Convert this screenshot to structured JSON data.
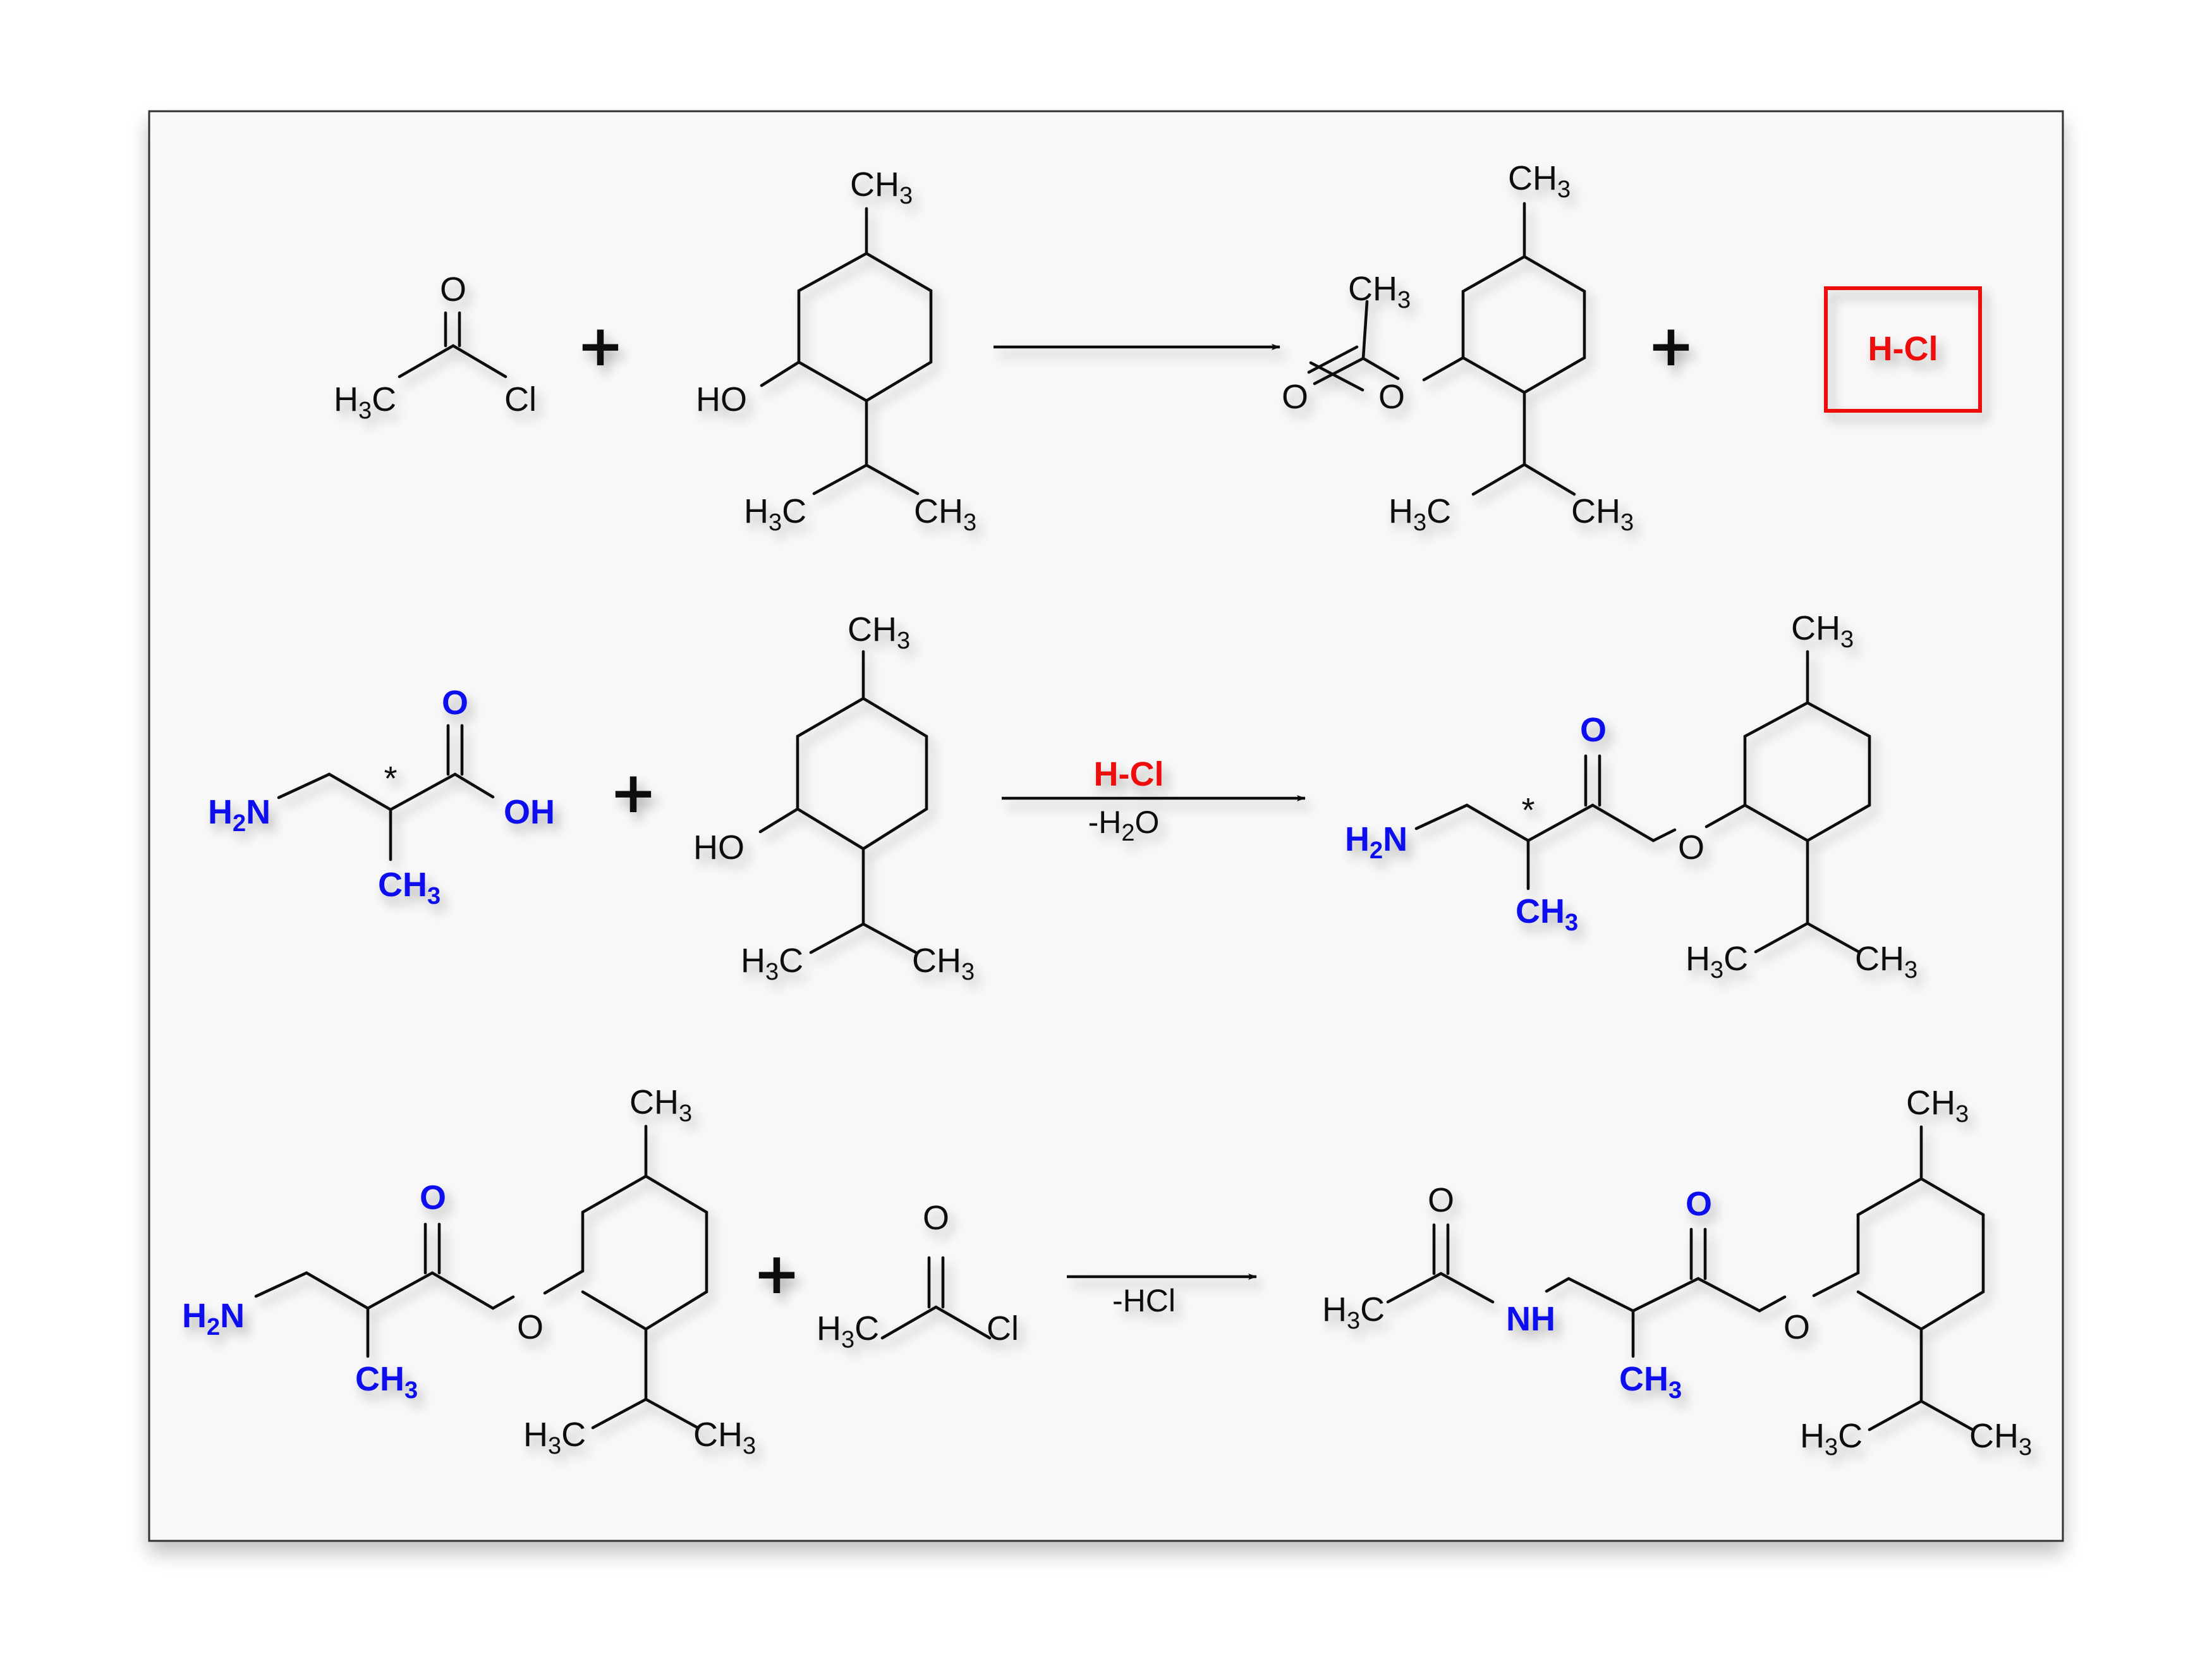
{
  "colors": {
    "heteroatom": "#1010ee",
    "highlight": "#ee1111",
    "bond": "#111111",
    "background": "#f8f8f8"
  },
  "labels": {
    "O": "O",
    "OH": "OH",
    "HO": "HO",
    "Cl": "Cl",
    "C": "C",
    "H": "H",
    "N": "N",
    "NH": "NH",
    "CH": "CH",
    "sub2": "2",
    "sub3": "3",
    "star": "*",
    "plus": "+"
  },
  "reactions": [
    {
      "highlighted_product": "H-Cl",
      "conditions": []
    },
    {
      "conditions": [
        "H-Cl",
        "-H2O"
      ]
    },
    {
      "conditions": [
        "-HCl"
      ]
    }
  ],
  "conditions": {
    "hcl_above": "H-Cl",
    "minus": "-H",
    "water_o": "O",
    "minus_hcl": "-HCl"
  }
}
